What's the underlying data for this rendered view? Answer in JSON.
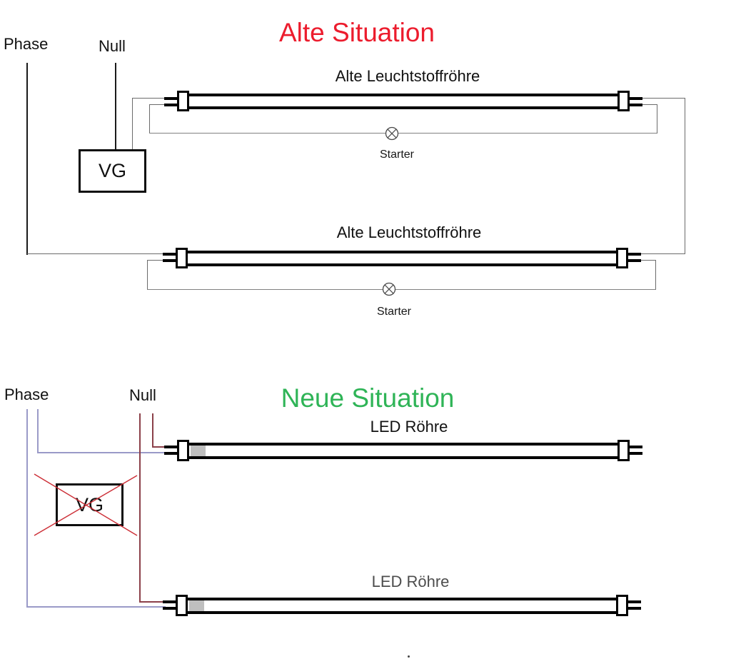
{
  "old_section": {
    "title": "Alte Situation",
    "phase_label": "Phase",
    "null_label": "Null",
    "ballast_label": "VG",
    "tube1_label": "Alte Leuchtstoffröhre",
    "tube2_label": "Alte Leuchtstoffröhre",
    "starter1_label": "Starter",
    "starter2_label": "Starter"
  },
  "new_section": {
    "title": "Neue Situation",
    "phase_label": "Phase",
    "null_label": "Null",
    "ballast_label": "VG",
    "tube1_label": "LED Röhre",
    "tube2_label": "LED Röhre"
  },
  "colors": {
    "old_title": "#ec1c2d",
    "new_title": "#2fb457",
    "main_wire_black": "#1a1a1a",
    "wire_gray": "#6b6b6b",
    "starter_wire_gray": "#808080",
    "phase_wire_purple": "#9a9ac8",
    "null_wire_maroon": "#8b4049",
    "cancel_cross_red": "#cc2d35",
    "led_endcap_gray": "#bfbfbf"
  }
}
